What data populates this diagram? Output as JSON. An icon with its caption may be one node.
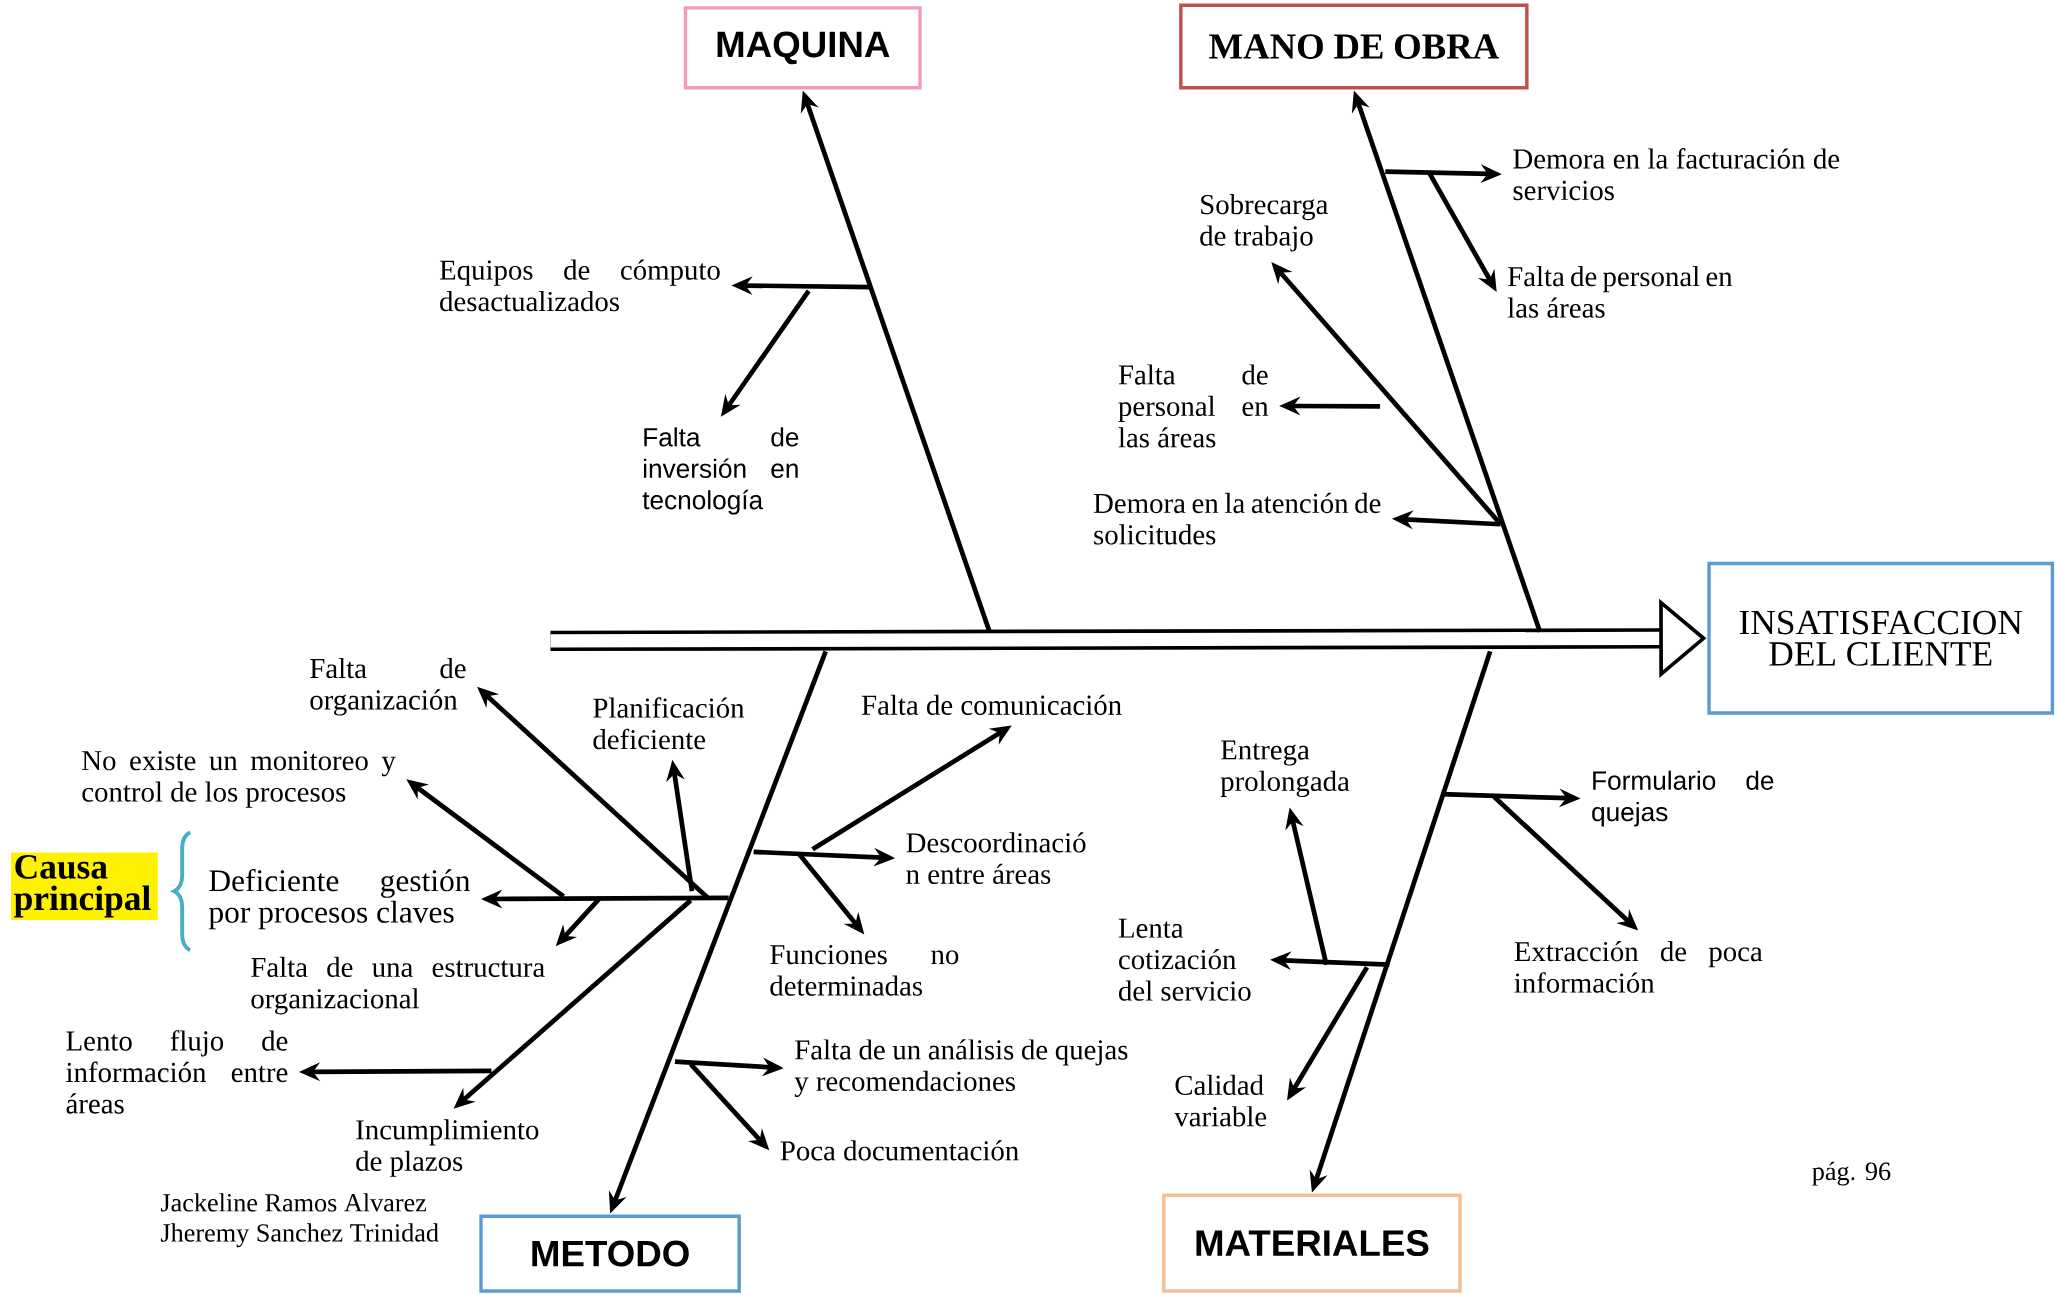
{
  "diagram": {
    "nodes": [
      {
        "text": [
          "MAQUINA"
        ]
      },
      {
        "text": [
          "MANO DE OBRA"
        ]
      },
      {
        "text": [
          "Demora en la facturación de servicios"
        ]
      },
      {
        "text": [
          "Sobrecarga de trabajo"
        ]
      },
      {
        "text": [
          "Equipos de cómputo desactualizados"
        ]
      },
      {
        "text": [
          "Falta de personal en las áreas"
        ]
      },
      {
        "text": [
          "Falta de personal en las áreas"
        ]
      },
      {
        "text": [
          "Falta de inversión en tecnología"
        ]
      },
      {
        "text": [
          "Demora en la atención de solicitudes"
        ]
      },
      {
        "text": [
          "INSATISFACCION DEL CLIENTE"
        ]
      },
      {
        "text": [
          "Falta de organización"
        ]
      },
      {
        "text": [
          "Planificación deficiente"
        ]
      },
      {
        "text": [
          "Falta de comunicación"
        ]
      },
      {
        "text": [
          "No existe un monitoreo y control de los procesos"
        ]
      },
      {
        "text": [
          "Entrega prolongada"
        ]
      },
      {
        "text": [
          "Formulario de quejas"
        ]
      },
      {
        "text": [
          "Descoordinació n entre áreas"
        ]
      },
      {
        "text": [
          "Deficiente gestión por procesos claves"
        ]
      },
      {
        "text": [
          "Lenta cotización del servicio"
        ]
      },
      {
        "text": [
          "Funciones no determinadas"
        ]
      },
      {
        "text": [
          "Falta de una estructura organizacional"
        ]
      },
      {
        "text": [
          "Extracción de poca información"
        ]
      },
      {
        "text": [
          "Lento flujo de información entre áreas"
        ]
      },
      {
        "text": [
          "Falta de un análisis de quejas y recomendaciones"
        ]
      },
      {
        "text": [
          "Calidad variable"
        ]
      },
      {
        "text": [
          "Incumplimiento de plazos"
        ]
      },
      {
        "text": [
          "Poca documentación"
        ]
      },
      {
        "text": [
          "METODO"
        ]
      },
      {
        "text": [
          "MATERIALES"
        ]
      }
    ],
    "edges": [
      {
        "from": null,
        "to": 9,
        "arrow": "to",
        "style": "thick"
      },
      {
        "from": null,
        "to": 0,
        "arrow": "to"
      },
      {
        "from": null,
        "to": 1,
        "arrow": "to"
      },
      {
        "from": null,
        "to": 27,
        "arrow": "to"
      },
      {
        "from": null,
        "to": 28,
        "arrow": "to"
      },
      {
        "from": null,
        "to": 4,
        "arrow": "to"
      },
      {
        "from": null,
        "to": 7,
        "arrow": "to"
      },
      {
        "from": null,
        "to": 2,
        "arrow": "to"
      },
      {
        "from": null,
        "to": 5,
        "arrow": "to"
      },
      {
        "from": null,
        "to": 3,
        "arrow": "to"
      },
      {
        "from": null,
        "to": 6,
        "arrow": "to"
      },
      {
        "from": null,
        "to": 8,
        "arrow": "to"
      },
      {
        "from": null,
        "to": 12,
        "arrow": "to"
      },
      {
        "from": null,
        "to": 16,
        "arrow": "to"
      },
      {
        "from": null,
        "to": 19,
        "arrow": "to"
      },
      {
        "from": null,
        "to": 23,
        "arrow": "to"
      },
      {
        "from": null,
        "to": 26,
        "arrow": "to"
      },
      {
        "from": null,
        "to": 17,
        "arrow": "to"
      },
      {
        "from": null,
        "to": 10,
        "arrow": "to"
      },
      {
        "from": null,
        "to": 11,
        "arrow": "to"
      },
      {
        "from": null,
        "to": 13,
        "arrow": "to"
      },
      {
        "from": null,
        "to": 20,
        "arrow": "to"
      },
      {
        "from": null,
        "to": 25,
        "arrow": "to"
      },
      {
        "from": null,
        "to": 22,
        "arrow": "to"
      },
      {
        "from": null,
        "to": 15,
        "arrow": "to"
      },
      {
        "from": null,
        "to": 21,
        "arrow": "to"
      },
      {
        "from": null,
        "to": 18,
        "arrow": "to"
      },
      {
        "from": null,
        "to": 14,
        "arrow": "to"
      },
      {
        "from": null,
        "to": 24,
        "arrow": "to"
      }
    ],
    "labels": [
      "Causa principal",
      "pág. 96",
      "Jackeline Ramos Alvarez",
      "Jheremy Sanchez Trinidad"
    ]
  }
}
